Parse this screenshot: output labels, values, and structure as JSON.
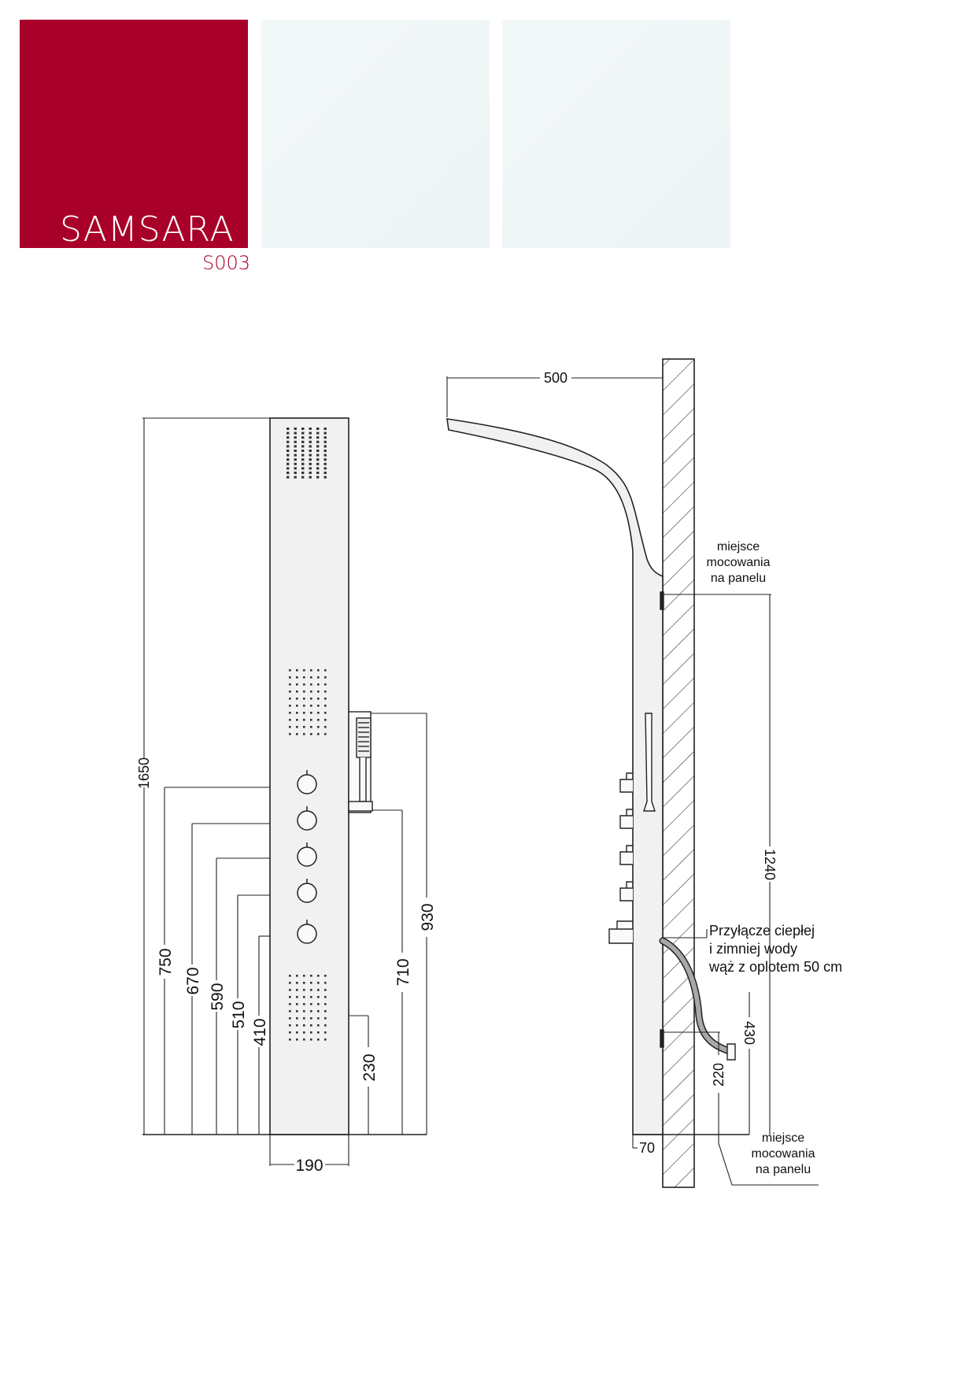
{
  "brand": {
    "name": "SAMSARA",
    "model": "S003",
    "color": "#a80029"
  },
  "front_view": {
    "dim_total_height": "1650",
    "dim_750": "750",
    "dim_670": "670",
    "dim_590": "590",
    "dim_510": "510",
    "dim_410": "410",
    "dim_230": "230",
    "dim_710": "710",
    "dim_930": "930",
    "dim_width": "190"
  },
  "side_view": {
    "dim_projection": "500",
    "dim_mount_spacing": "1240",
    "dim_430": "430",
    "dim_220": "220",
    "dim_70": "70",
    "note_top": [
      "miejsce",
      "mocowania",
      "na panelu"
    ],
    "note_connection": [
      "Przyłącze ciepłej",
      "i zimniej wody",
      "wąż z oplotem 50 cm"
    ],
    "note_bottom": [
      "miejsce",
      "mocowania",
      "na panelu"
    ]
  }
}
